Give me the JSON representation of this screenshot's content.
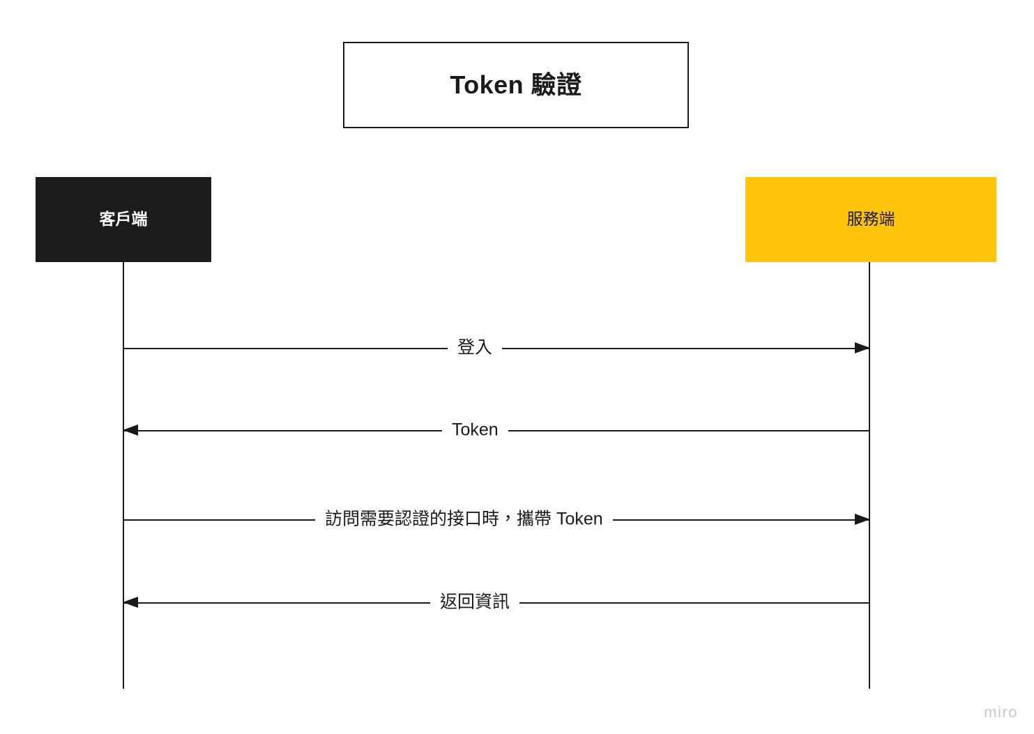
{
  "diagram": {
    "type": "sequence-diagram",
    "title": "Token 驗證",
    "participants": [
      {
        "id": "client",
        "label": "客戶端",
        "role": "actor-left",
        "fill": "#1c1c1c",
        "text_color": "#ffffff"
      },
      {
        "id": "server",
        "label": "服務端",
        "role": "actor-right",
        "fill": "#ffc40c",
        "text_color": "#1a1a1a"
      }
    ],
    "messages": [
      {
        "index": 1,
        "label": "登入",
        "from": "client",
        "to": "server",
        "direction": "right"
      },
      {
        "index": 2,
        "label": "Token",
        "from": "server",
        "to": "client",
        "direction": "left"
      },
      {
        "index": 3,
        "label": "訪問需要認證的接口時，攜帶 Token",
        "from": "client",
        "to": "server",
        "direction": "right"
      },
      {
        "index": 4,
        "label": "返回資訊",
        "from": "server",
        "to": "client",
        "direction": "left"
      }
    ]
  },
  "watermark": {
    "text": "miro"
  },
  "colors": {
    "background": "#ffffff",
    "stroke": "#1a1a1a",
    "client_fill": "#1c1c1c",
    "server_fill": "#ffc40c",
    "watermark": "#c9c9d6"
  }
}
